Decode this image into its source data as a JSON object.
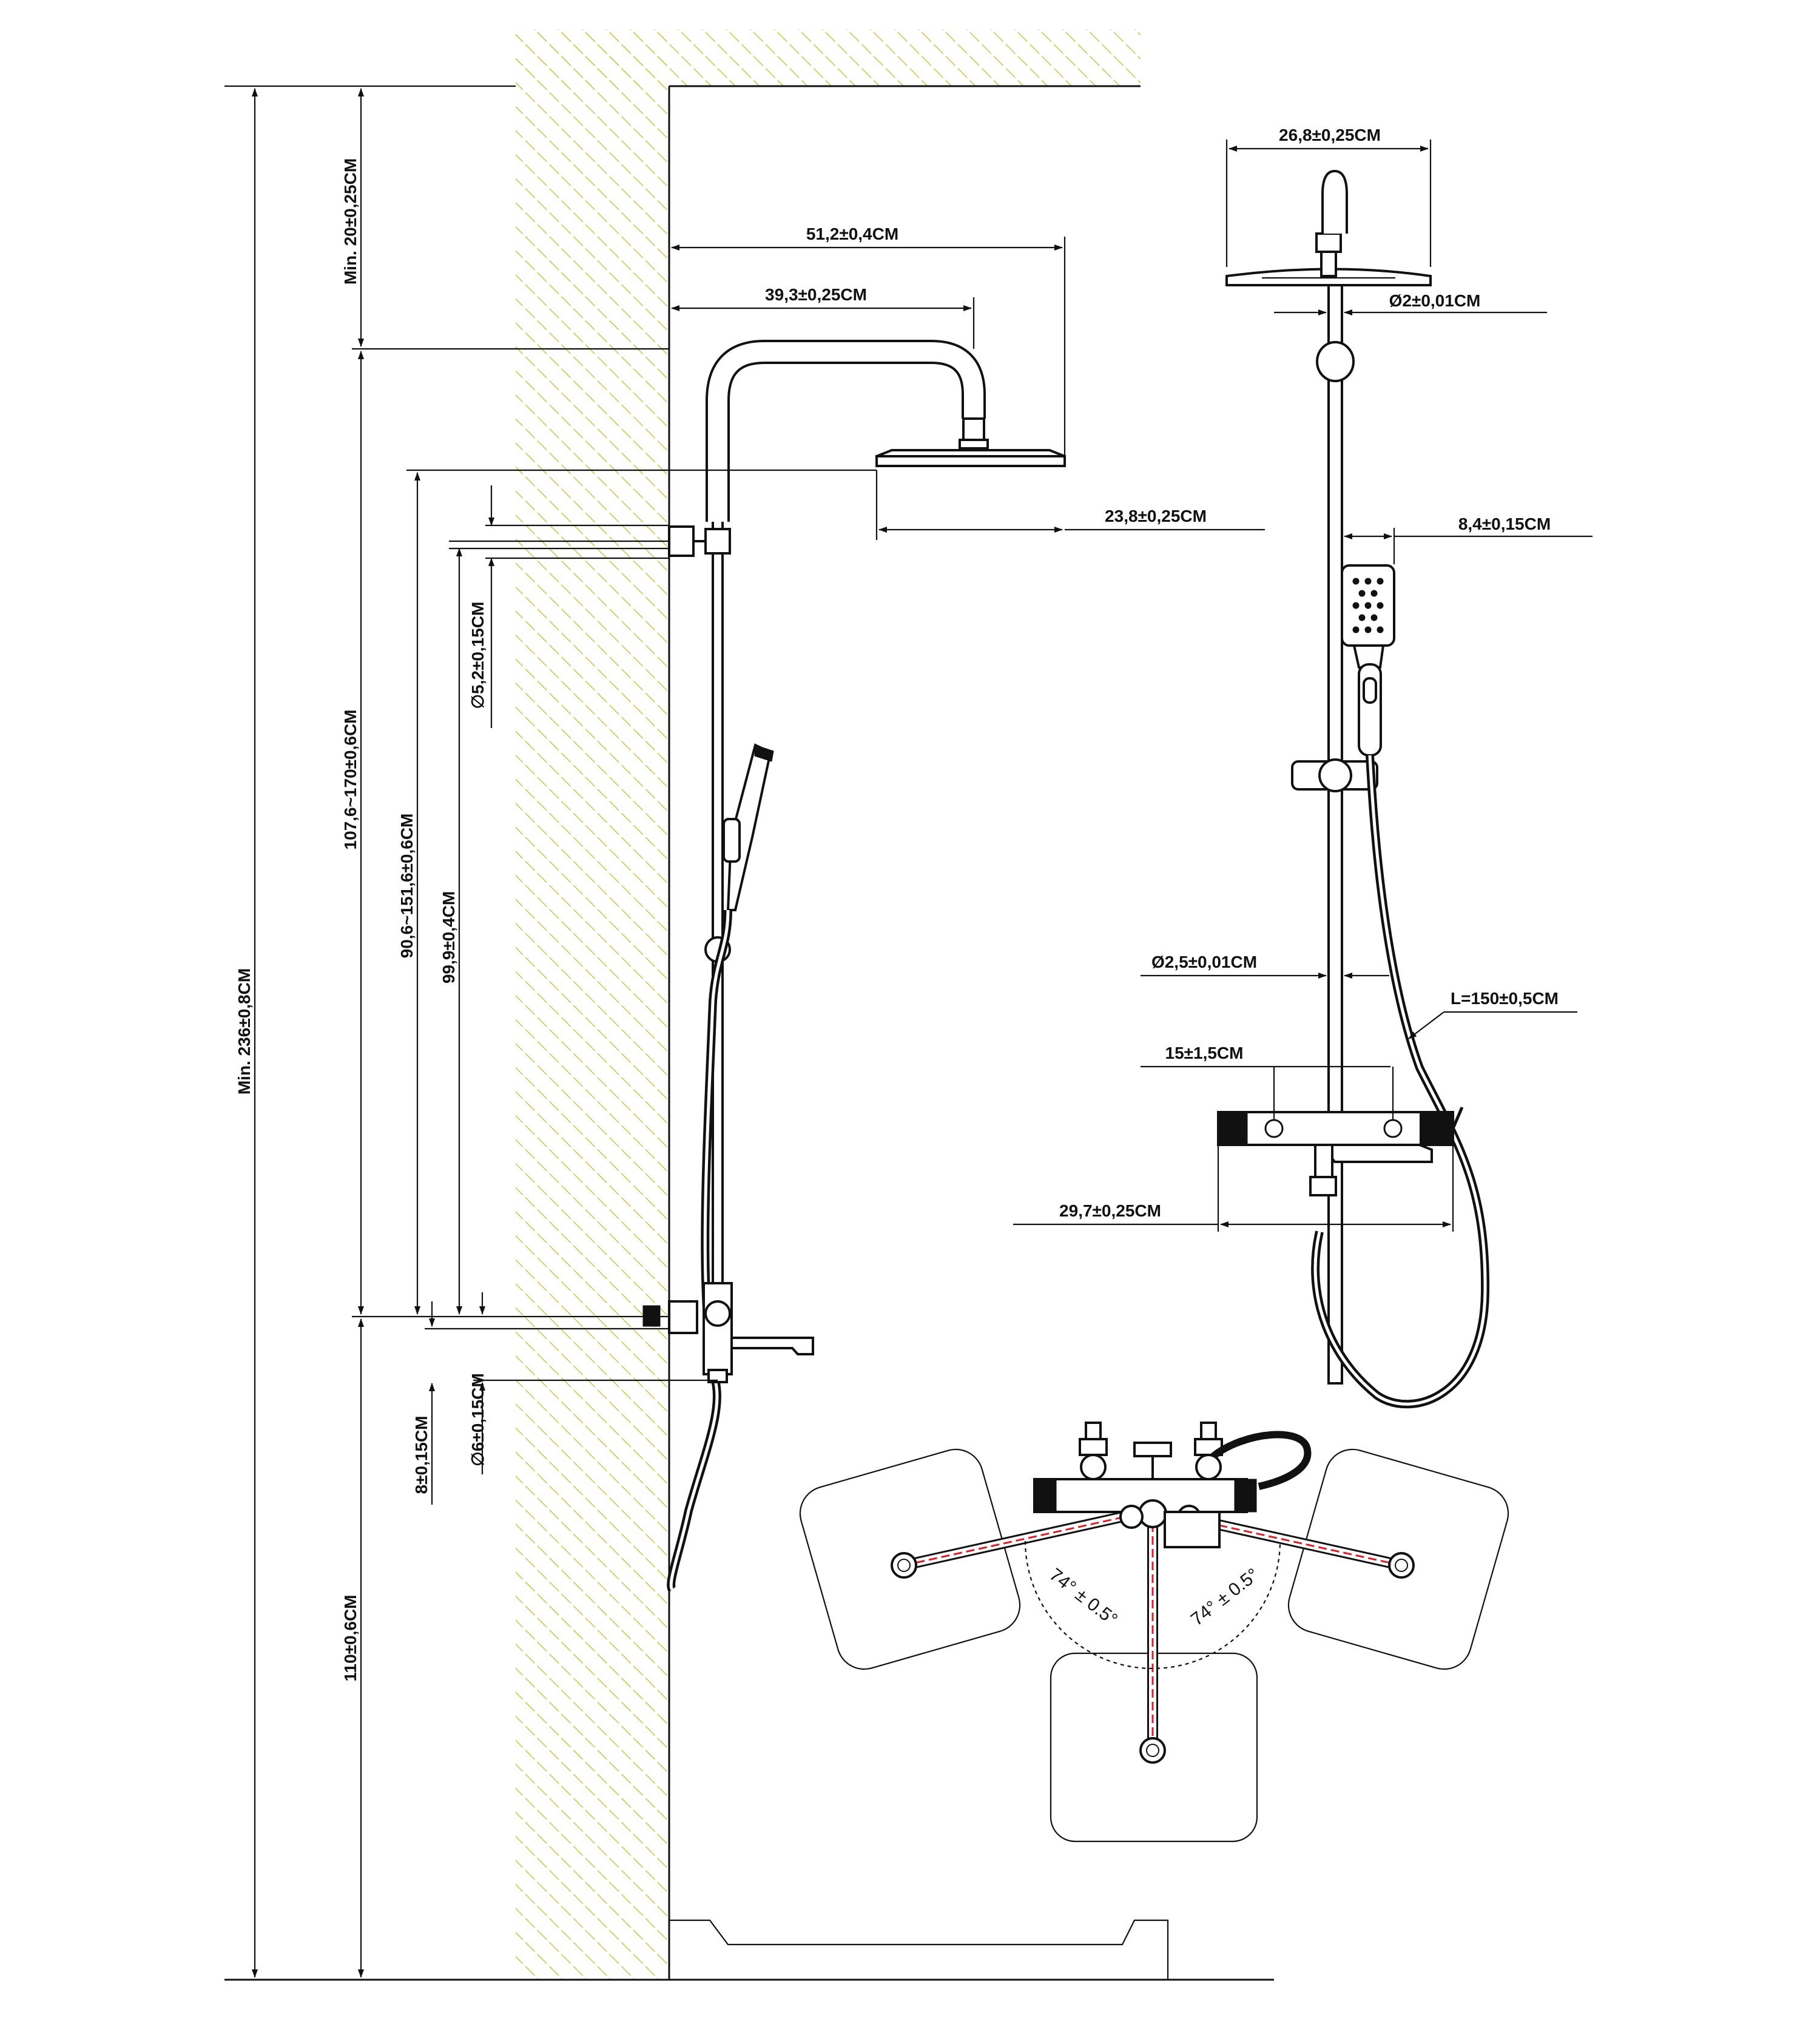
{
  "colors": {
    "line": "#111111",
    "hatch": "#c8c44a",
    "centerline": "#d2232a",
    "background": "#ffffff"
  },
  "dimensions": {
    "min_236": "Min. 236±0,8CM",
    "min_20": "Min. 20±0,25CM",
    "range_107": "107,6~170±0,6CM",
    "range_90": "90,6~151,6±0,6CM",
    "d_99": "99,9±0,4CM",
    "d_52": "∅5,2±0,15CM",
    "d_110": "110±0,6CM",
    "d_8": "8±0,15CM",
    "d_6": "∅6±0,15CM",
    "d_512": "51,2±0,4CM",
    "d_393": "39,3±0,25CM",
    "d_238": "23,8±0,25CM",
    "d_268": "26,8±0,25CM",
    "d_2": "Ø2±0,01CM",
    "d_84": "8,4±0,15CM",
    "d_25": "Ø2,5±0,01CM",
    "d_150": "L=150±0,5CM",
    "d_15": "15±1,5CM",
    "d_297": "29,7±0,25CM",
    "angle": "74° ± 0.5°"
  }
}
